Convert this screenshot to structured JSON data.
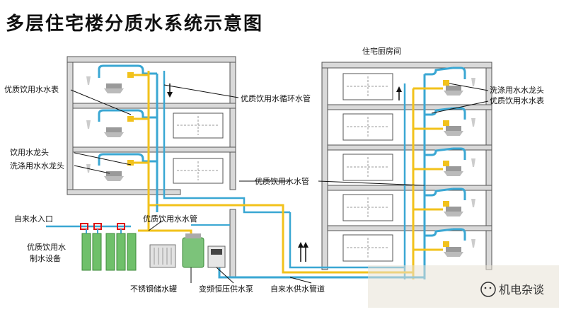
{
  "title": "多层住宅楼分质水系统示意图",
  "colors": {
    "potable_pipe": "#f2c21b",
    "tap_pipe": "#3aa7d3",
    "building_outline": "#555555",
    "floor_fill": "#d9d9d9",
    "watermark_blur": "#e8e2d6"
  },
  "labels": {
    "kitchen_header": "住宅厨房间",
    "left_meter": "优质饮用水水表",
    "drinking_tap": "饮用水龙头",
    "washing_tap_left": "洗涤用水水龙头",
    "circulation_pipe": "优质饮用水循环水管",
    "drinking_pipe_mid": "优质饮用水水管",
    "drinking_pipe_lower": "优质饮用水水管",
    "washing_tap_right": "洗涤用水水龙头",
    "right_meter": "优质饮用水水表",
    "municipal_inlet": "自来水入口",
    "treatment_equipment_l1": "优质饮用水",
    "treatment_equipment_l2": "制水设备",
    "stainless_tank": "不锈钢储水罐",
    "vf_pump": "变频恒压供水泵",
    "municipal_pipe": "自来水供水管道"
  },
  "watermark": {
    "icon": "wechat-icon",
    "text": "机电杂谈"
  }
}
